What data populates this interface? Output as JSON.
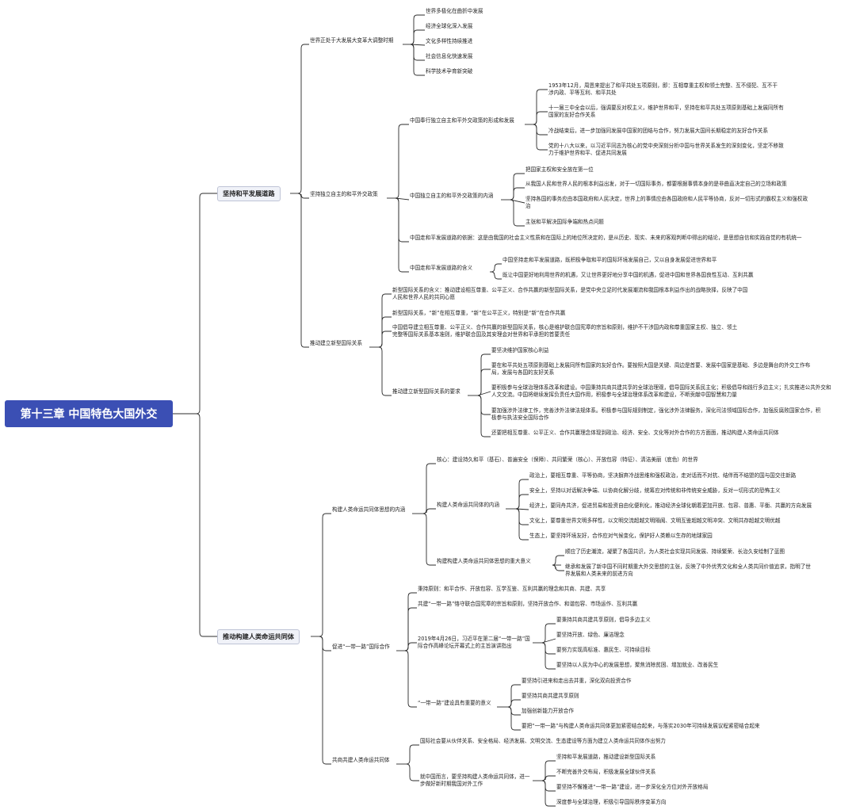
{
  "mindmap": {
    "root": "第十三章  中国特色大国外交",
    "topic1": {
      "label": "坚持和平发展道路",
      "world": {
        "label": "世界正处于大发展大变革大调整时期",
        "items": [
          "世界多极化在曲折中发展",
          "经济全球化深入发展",
          "文化多样性持续推进",
          "社会信息化快速发展",
          "科学技术孕育新突破"
        ]
      },
      "independent": {
        "label": "坚持独立自主的和平外交政策",
        "formation": {
          "label": "中国奉行独立自主和平外交政策的形成和发展",
          "items": [
            "1953年12月，周恩来提出了和平共处五项原则，即：互相尊重主权和领土完整、互不侵犯、互不干涉内政、平等互利、和平共处",
            "十一届三中全会以后，强调要反对权主义，维护世界和平，坚持在和平共处五项原则基础上发展同所有国家的友好合作关系",
            "冷战结束后，进一步加强同发展中国家的团结与合作，努力发展大国间长期稳定的友好合作关系",
            "党的十八大以来，以习近平同志为核心的党中央深刻分析中国与世界关系发生的深刻变化，坚定不移致力于维护世界和平、促进共同发展"
          ]
        },
        "content": {
          "label": "中国独立自主的和平外交政策的内涵",
          "items": [
            "把国家主权和安全放在第一位",
            "从我国人民和世界人民的根本利益出发，对于一切国际事务，都要根据事情本身的是非曲直决定自己的立场和政策",
            "坚持各国的事务应由本国政府和人民决定，世界上的事情应由各国政府和人民平等协商，反对一切形式的霸权主义和强权政治",
            "主张和平解决国际争端和热点问题"
          ]
        },
        "basis": "中国走和平发展道路的依据：这是由我国的社会主义性质和在国际上的地位所决定的，是从历史、现实、未来的客观判断中得出的结论，是思想自信和实践自觉的有机统一",
        "meaning": {
          "label": "中国走和平发展道路的含义",
          "items": [
            "中国坚持走和平发展道路，既积极争取和平的国际环境发展自己，又以自身发展促进世界和平",
            "既让中国更好地利用世界的机遇，又让世界更好地分享中国的机遇，促进中国和世界各国良性互动、互利共赢"
          ]
        }
      },
      "newrelations": {
        "label": "推动建立新型国际关系",
        "items": [
          "新型国际关系的含义：推动建设相互尊重、公平正义、合作共赢的新型国际关系，是党中央立足时代发展潮流和我国根本利益作出的战略抉择，反映了中国人民和世界人民的共同心愿",
          "新型国际关系，“新”在相互尊重，“新”在公平正义，特别是“新”在合作共赢",
          "中国倡导建立相互尊重、公平正义、合作共赢的新型国际关系，核心是维护联合国宪章的宗旨和原则，维护不干涉国内政和尊重国家主权、独立、领土完整等国际关系基本准则，维护联合国及其安理会对世界和平承担的首要责任"
        ],
        "requirements": {
          "label": "推动建立新型国际关系的要求",
          "items": [
            "要坚决维护国家核心利益",
            "要在和平共处五项原则基础上发展同所有国家的友好合作。要按照大国是关键、周边是首要、发展中国家是基础、多边是舞台的外交工作布局，发展与各国的友好关系",
            "要积极参与全球治理体系改革和建设。中国秉持共商共建共享的全球治理观，倡导国际关系民主化；积极倡导和践行多边主义；扎实推进公共外交和人文交流。中国将继续发挥负责任大国作用，积极参与全球治理体系改革和建设，不断贡献中国智慧和力量",
            "要加强涉外法律工作，完善涉外法律法规体系。积极参与国际规则制定，强化涉外法律服务，深化司法领域国际合作，加强反腐败国家合作，积极参与执法安全国际合作",
            "还要把相互尊重、公平正义、合作共赢理念体现到政治、经济、安全、文化等对外合作的方方面面，推动构建人类命运共同体"
          ]
        }
      }
    },
    "topic2": {
      "label": "推动构建人类命运共同体",
      "thought": {
        "label": "构建人类命运共同体思想的内涵",
        "core": "核心：建设持久和平（基石）、普遍安全（保障）、共同繁荣（核心）、开放包容（特征）、清洁美丽（底色）的世界",
        "connotation": {
          "label": "构建人类命运共同体的内涵",
          "items": [
            "政治上，要相互尊重、平等协商，坚决摒弃冷战思维和强权政治，走对话而不对抗、结伴而不结盟的国与国交往新路",
            "安全上，坚持以对话解决争端、以协商化解分歧，统筹应对传统和非传统安全威胁，反对一切形式的恐怖主义",
            "经济上，要同舟共济，促进贸易和投资自由化便利化，推动经济全球化朝着更加开放、包容、普惠、平衡、共赢的方向发展",
            "文化上，要尊重世界文明多样性，以文明交流超越文明隔阂、文明互鉴超越文明冲突、文明共存超越文明优越",
            "生态上，要坚持环境友好，合作应对气候变化，保护好人类赖以生存的地球家园"
          ]
        },
        "significance": {
          "label": "构建构建人类命运共同体思想的重大意义",
          "items": [
            "顺应了历史潮流，凝聚了各国共识，为人类社会实现共同发展、持续繁荣、长治久安绘制了蓝图",
            "继承和发展了新中国不同时期重大外交思想的主张，反映了中外优秀文化和全人类共同价值追求，指明了世界发展和人类未来的前进方向"
          ]
        }
      },
      "beltroad": {
        "label": "促进“一带一路”国际合作",
        "principle": "秉持原则：和平合作、开放包容、互学互鉴、互利共赢的理念和共商、共建、共享",
        "jointly": "共建“一带一路”恪守联合国宪章的宗旨和原则，坚持开放合作、和谐包容、市场运作、互利共赢",
        "speech": {
          "label": "2019年4月26日，习近平在第二届“一带一路”国际合作高峰论坛开幕式上的主旨演讲指出",
          "items": [
            "要秉持共商共建共享原则，倡导多边主义",
            "要坚持开放、绿色、廉洁理念",
            "要努力实现高标准、惠民生、可持续目标",
            "要坚持以人民为中心的发展思想，聚焦消除贫困、增加就业、改善民生"
          ]
        },
        "importance": {
          "label": "“一带一路”建设具有重要的意义",
          "items": [
            "要坚持引进来和走出去并重，深化双向投资合作",
            "要坚持共商共建共享原则",
            "加强创新能力开放合作",
            "要把“一带一路”与构建人类命运共同体更加紧密结合起来，与落实2030年可持续发展议程紧密结合起来"
          ]
        }
      },
      "community": {
        "label": "共商共建人类命运共同体",
        "intl": "国际社会要从伙伴关系、安全格局、经济发展、文明交流、生态建设等方面为建立人类命运共同体作出努力",
        "china": {
          "label": "就中国而言，要坚持构建人类命运共同体，进一步做好新时期我国对外工作",
          "items": [
            "坚持和平发展道路，推动建设新型国际关系",
            "不断完善外交布局，积极发展全球伙伴关系",
            "要坚持不懈推进“一带一路”建设，进一步深化全方位对外开放格局",
            "深度参与全球治理，积极引导国际秩序变革方向"
          ]
        }
      }
    }
  }
}
